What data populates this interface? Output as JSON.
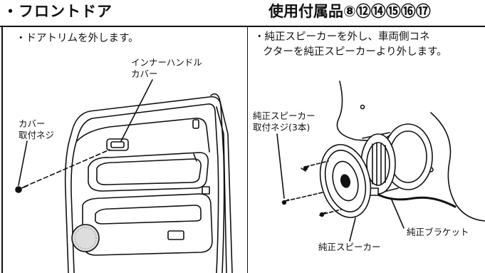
{
  "header": {
    "section_title": "・フロントドア",
    "accessories": "使用付属品⑧⑫⑭⑮⑯⑰"
  },
  "left_panel": {
    "instruction": "・ドアトリムを外します。",
    "labels": {
      "inner_handle_cover_line1": "インナーハンドル",
      "inner_handle_cover_line2": "カバー",
      "cover_screw_line1": "カバー",
      "cover_screw_line2": "取付ネジ"
    }
  },
  "right_panel": {
    "instruction_line1": "・純正スピーカーを外し、車両側コネ",
    "instruction_line2": "クターを純正スピーカーより外します。",
    "labels": {
      "speaker_screw_line1": "純正スピーカー",
      "speaker_screw_line2": "取付ネジ(3本)",
      "bracket": "純正ブラケット",
      "speaker": "純正スピーカー"
    }
  }
}
